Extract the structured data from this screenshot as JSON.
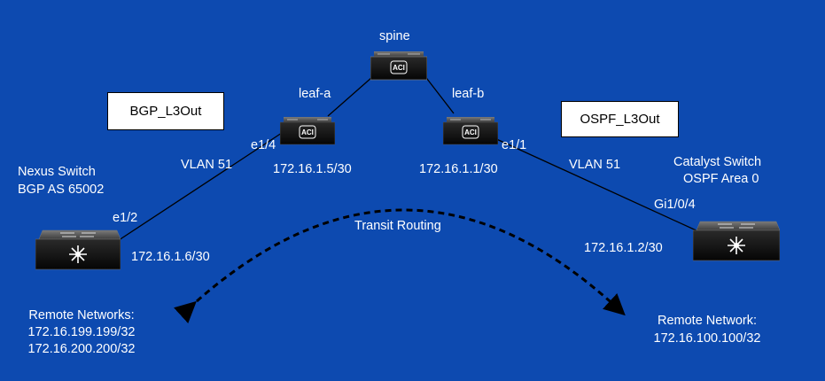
{
  "colors": {
    "background": "#0d4ab0",
    "links": "#000000",
    "text": "#ffffff"
  },
  "boxes": {
    "bgp": "BGP_L3Out",
    "ospf": "OSPF_L3Out"
  },
  "devices": {
    "spine": {
      "name": "spine",
      "badge": "ACI"
    },
    "leaf_a": {
      "name": "leaf-a",
      "badge": "ACI"
    },
    "leaf_b": {
      "name": "leaf-b",
      "badge": "ACI"
    },
    "nexus": {
      "line1": "Nexus Switch",
      "line2": "BGP AS 65002"
    },
    "catalyst": {
      "line1": "Catalyst Switch",
      "line2": "OSPF Area 0"
    }
  },
  "interfaces": {
    "leaf_a_port": "e1/4",
    "leaf_b_port": "e1/1",
    "nexus_port": "e1/2",
    "catalyst_port": "Gi1/0/4"
  },
  "vlans": {
    "left": "VLAN 51",
    "right": "VLAN 51"
  },
  "addresses": {
    "leaf_a": "172.16.1.5/30",
    "leaf_b": "172.16.1.1/30",
    "nexus": "172.16.1.6/30",
    "catalyst": "172.16.1.2/30"
  },
  "transit": "Transit Routing",
  "remote_left": {
    "title": "Remote Networks:",
    "lines": [
      "172.16.199.199/32",
      "172.16.200.200/32"
    ]
  },
  "remote_right": {
    "title": "Remote Network:",
    "lines": [
      "172.16.100.100/32"
    ]
  }
}
